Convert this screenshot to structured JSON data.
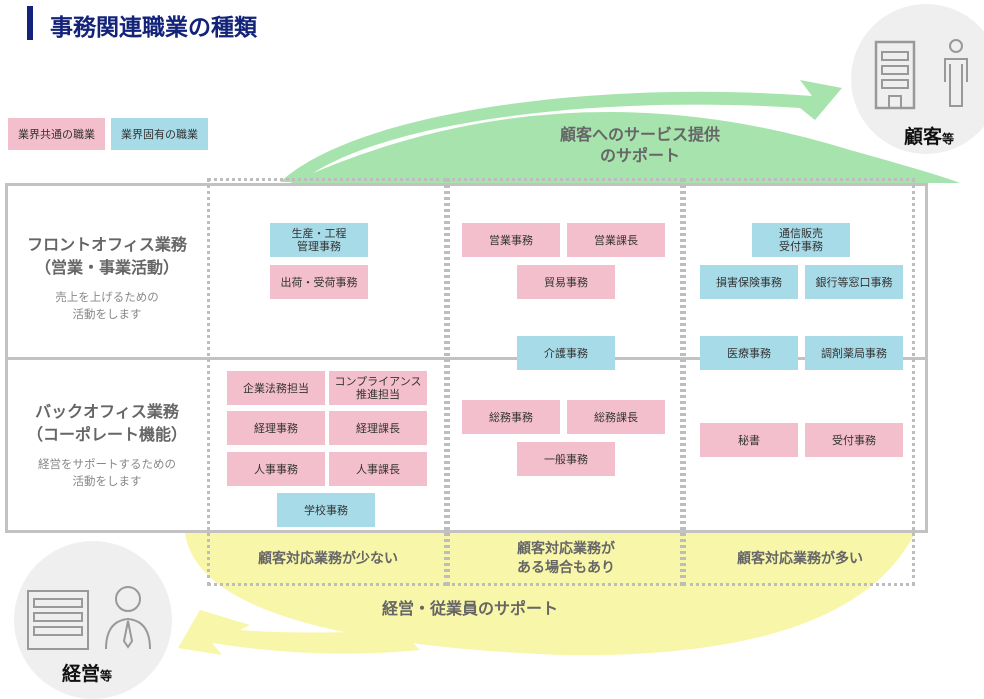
{
  "title": "事務関連職業の種類",
  "legend": {
    "common": "業界共通の職業",
    "specific": "業界固有の職業"
  },
  "colors": {
    "common": "#f4bfcc",
    "specific": "#a8dbe8",
    "customer_arrow": "#a6e3ad",
    "management_arrow": "#f8f6a8",
    "title": "#14237a"
  },
  "customer": {
    "label": "顧客",
    "suffix": "等",
    "arrow_text_1": "顧客へのサービス提供",
    "arrow_text_2": "のサポート"
  },
  "management": {
    "label": "経営",
    "suffix": "等",
    "arrow_text": "経営・従業員のサポート"
  },
  "rows": {
    "front": {
      "title_1": "フロントオフィス業務",
      "title_2": "（営業・事業活動）",
      "desc_1": "売上を上げるための",
      "desc_2": "活動をします"
    },
    "back": {
      "title_1": "バックオフィス業務",
      "title_2": "（コーポレート機能）",
      "desc_1": "経営をサポートするための",
      "desc_2": "活動をします"
    }
  },
  "jobs": {
    "c1_front": [
      "生産・工程\n管理事務",
      "出荷・受荷事務"
    ],
    "c1_back": [
      "企業法務担当",
      "コンプライアンス\n推進担当",
      "経理事務",
      "経理課長",
      "人事事務",
      "人事課長",
      "学校事務"
    ],
    "c2_front": [
      "営業事務",
      "営業課長",
      "貿易事務"
    ],
    "c2_mid": "介護事務",
    "c2_back": [
      "総務事務",
      "総務課長",
      "一般事務"
    ],
    "c3_front": [
      "通信販売\n受付事務",
      "損害保険事務",
      "銀行等窓口事務"
    ],
    "c3_mid": [
      "医療事務",
      "調剤薬局事務"
    ],
    "c3_back": [
      "秘書",
      "受付事務"
    ]
  },
  "columns": {
    "c1": "顧客対応業務が少ない",
    "c2_1": "顧客対応業務が",
    "c2_2": "ある場合もあり",
    "c3": "顧客対応業務が多い"
  }
}
